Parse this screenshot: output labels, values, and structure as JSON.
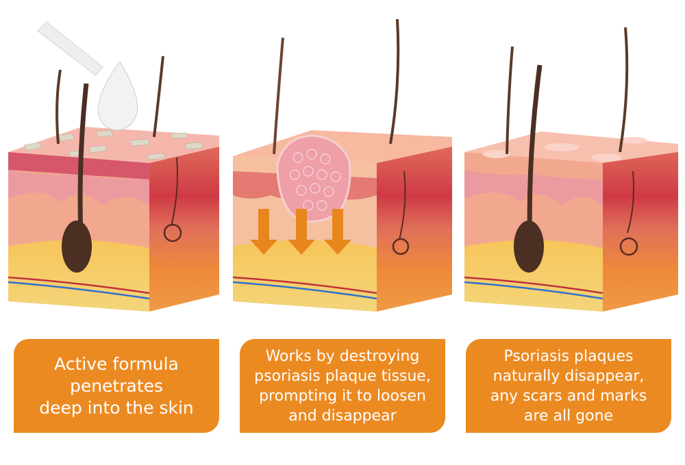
{
  "panels": [
    {
      "id": "step-1",
      "illustration": "skin-cross-section-with-dropper-applying-formula",
      "caption": "Active formula\npenetrates\ndeep into the skin"
    },
    {
      "id": "step-2",
      "illustration": "skin-cross-section-with-psoriasis-plaque-and-down-arrows",
      "caption": "Works by destroying\npsoriasis plaque tissue,\nprompting it to loosen\nand disappear"
    },
    {
      "id": "step-3",
      "illustration": "healthy-skin-cross-section",
      "caption": "Psoriasis plaques\nnaturally disappear,\nany scars and marks\nare all gone"
    }
  ],
  "colors": {
    "caption_bg": "#ec8a22",
    "caption_text": "#ffffff",
    "arrow": "#e8861e"
  }
}
